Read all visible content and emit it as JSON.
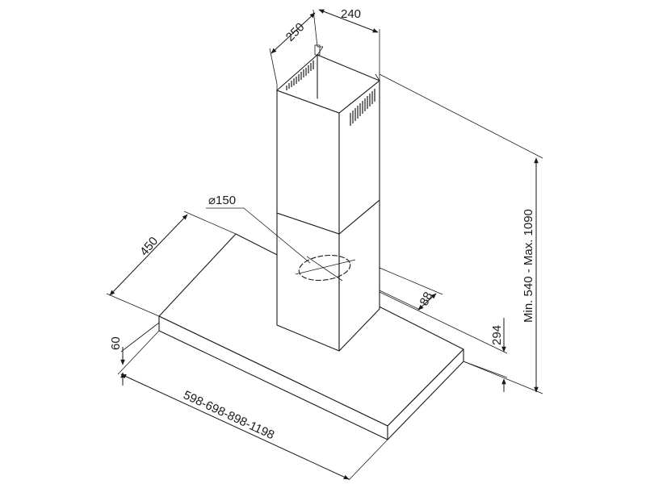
{
  "title": "",
  "dimensions": {
    "chimney_depth": "250",
    "chimney_width": "240",
    "outlet_diameter": "⌀150",
    "hood_depth": "450",
    "hood_height": "60",
    "hood_width": "598-698-898-1198",
    "outlet_offset": "88",
    "outlet_to_wall": "294",
    "total_height": "Min. 540 - Max. 1090"
  }
}
